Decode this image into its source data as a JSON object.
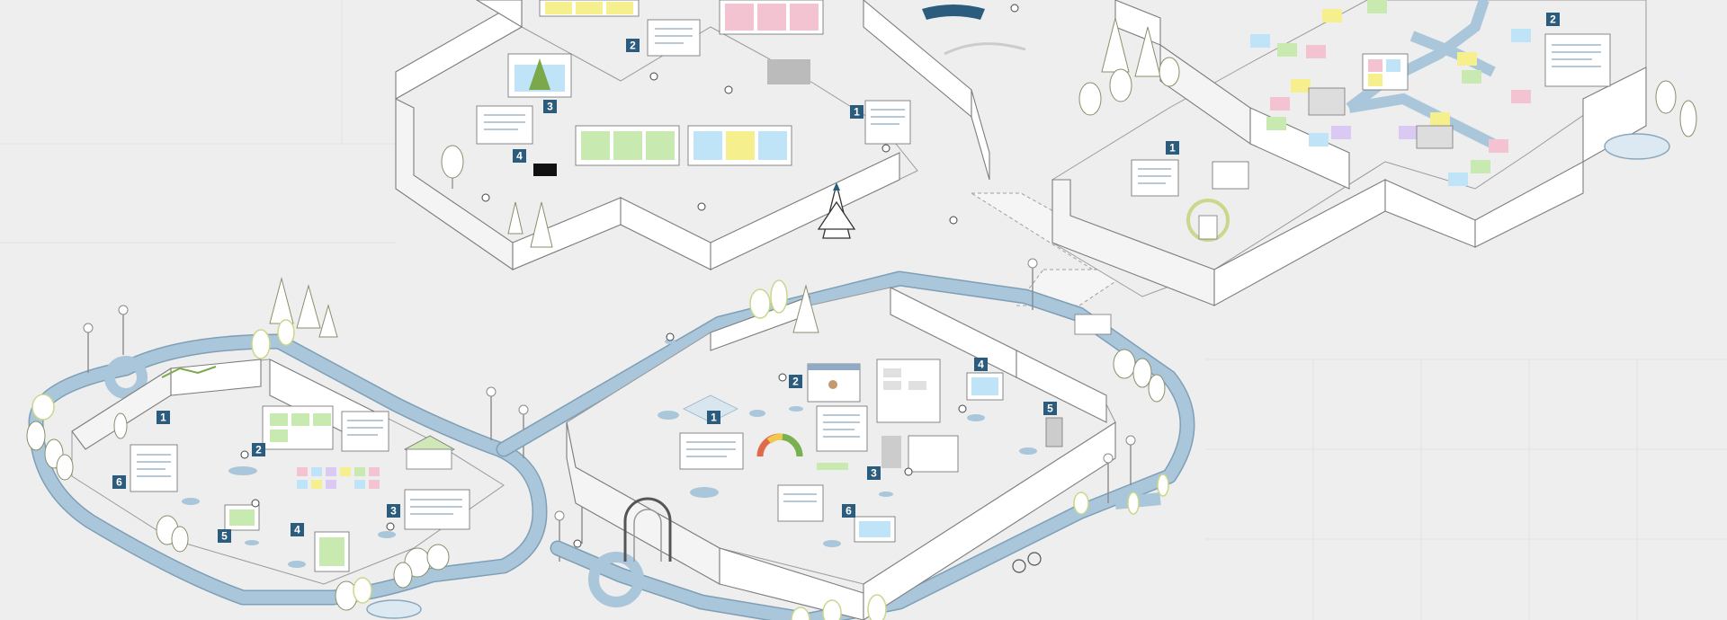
{
  "canvas": {
    "background": "#eeeeef",
    "accent_blue": "#2b5b7d",
    "path_blue": "#a9c6da",
    "tree_green": "#c9d88a"
  },
  "zones": {
    "winter_zone": {
      "markers": [
        "1",
        "2",
        "3",
        "4"
      ],
      "banner_text": ""
    },
    "office_zone": {
      "markers": [
        "1",
        "2"
      ]
    },
    "left_zone": {
      "markers": [
        "1",
        "2",
        "3",
        "4",
        "5",
        "6"
      ]
    },
    "center_zone": {
      "markers": [
        "1",
        "2",
        "3",
        "4",
        "5",
        "6"
      ]
    }
  },
  "icons": {
    "tree": "tree-icon",
    "lamp": "street-lamp-icon",
    "person": "person-icon",
    "board": "whiteboard-icon"
  }
}
